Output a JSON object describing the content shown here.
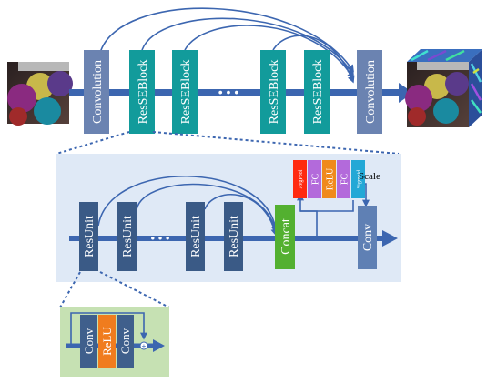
{
  "top": {
    "blocks": [
      {
        "label": "Convolution",
        "color": "#6b83b1"
      },
      {
        "label": "ResSEBlock",
        "color": "#129b9b"
      },
      {
        "label": "ResSEBlock",
        "color": "#129b9b"
      },
      {
        "label": "ResSEBlock",
        "color": "#129b9b"
      },
      {
        "label": "ResSEBlock",
        "color": "#129b9b"
      },
      {
        "label": "Convolution",
        "color": "#6b83b1"
      }
    ],
    "ellipsis": "• • •"
  },
  "middle": {
    "units": [
      "ResUnit",
      "ResUnit",
      "ResUnit",
      "ResUnit"
    ],
    "ellipsis": "• • •",
    "concat_label": "Concat",
    "conv_label": "Conv",
    "se_layers": [
      {
        "label": "AvgPool",
        "color": "#ff2a10"
      },
      {
        "label": "FC",
        "color": "#b36adb"
      },
      {
        "label": "ReLU",
        "color": "#f08a1c"
      },
      {
        "label": "FC",
        "color": "#b36adb"
      },
      {
        "label": "Sigmoid",
        "color": "#23a8d6"
      }
    ],
    "scale_label": "Scale"
  },
  "bottom": {
    "layers": [
      {
        "label": "Conv",
        "color": "#3f5f8c"
      },
      {
        "label": "ReLU",
        "color": "#f07c1e"
      },
      {
        "label": "Conv",
        "color": "#3f5f8c"
      }
    ],
    "plus": "+"
  },
  "colors": {
    "arrow": "#3c66b0",
    "panel_mid": "#dfe9f6",
    "panel_bottom": "#c6e1b3",
    "unit": "#3a5a86",
    "concat": "#53b030",
    "conv": "#5f80b4"
  }
}
